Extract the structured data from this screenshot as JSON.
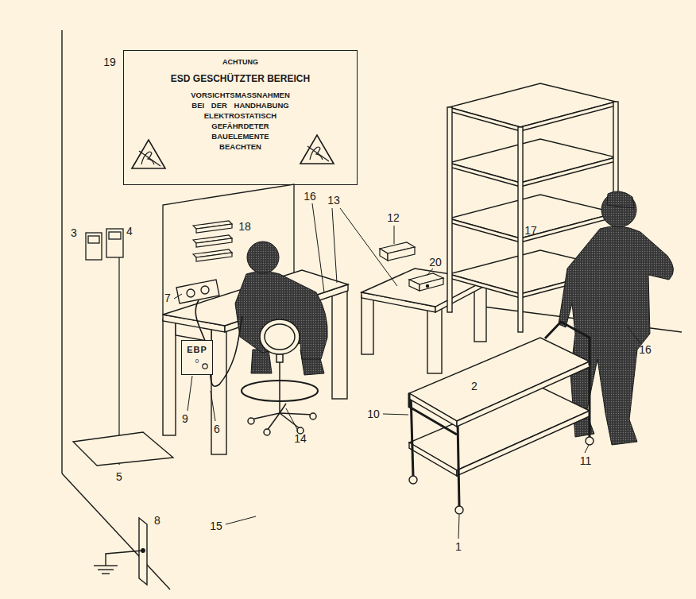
{
  "diagram": {
    "nodes": [
      {
        "text": [
          "ACHTUNG",
          "ESD GESCHÜTZTER BEREICH",
          "VORSICHTSMASSNAHMEN BEI DER HANDHABUNG ELEKTROSTATISCH GEFÄHRDETER BAUELEMENTE BEACHTEN"
        ]
      },
      {
        "text": [
          "EBP",
          "0"
        ]
      }
    ],
    "labels": [
      "19",
      "3",
      "4",
      "18",
      "16",
      "13",
      "12",
      "20",
      "7",
      "9",
      "5",
      "6",
      "14",
      "17",
      "16",
      "2",
      "10",
      "11",
      "1",
      "8",
      "15"
    ]
  }
}
